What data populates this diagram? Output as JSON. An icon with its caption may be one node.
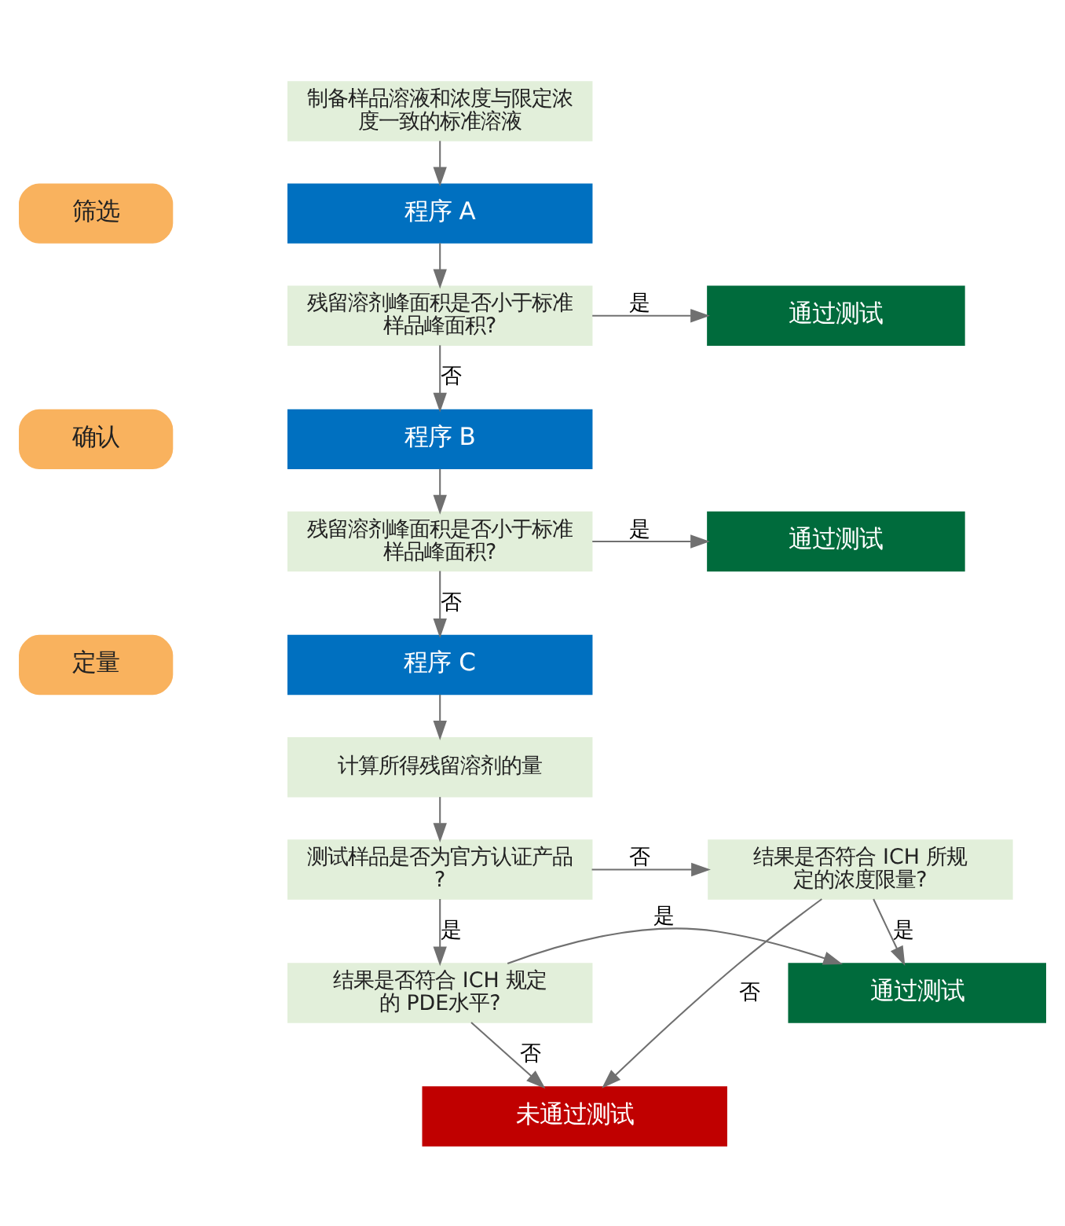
{
  "diagram": {
    "nodes": [
      {
        "text": [
          "制备样品溶液和浓度与限定浓度一致的标准溶液"
        ]
      },
      {
        "text": [
          "筛选"
        ]
      },
      {
        "text": [
          "程序 A"
        ]
      },
      {
        "text": [
          "残留溶剂峰面积是否小于标准样品峰面积?"
        ]
      },
      {
        "text": [
          "通过测试"
        ]
      },
      {
        "text": [
          "确认"
        ]
      },
      {
        "text": [
          "程序 B"
        ]
      },
      {
        "text": [
          "残留溶剂峰面积是否小于标准样品峰面积?"
        ]
      },
      {
        "text": [
          "通过测试"
        ]
      },
      {
        "text": [
          "定量"
        ]
      },
      {
        "text": [
          "程序 C"
        ]
      },
      {
        "text": [
          "计算所得残留溶剂的量"
        ]
      },
      {
        "text": [
          "测试样品是否为官方认证产品?"
        ]
      },
      {
        "text": [
          "结果是否符合 ICH 所规定的浓度限量?"
        ]
      },
      {
        "text": [
          "结果是否符合 ICH 规定的 PDE水平?"
        ]
      },
      {
        "text": [
          "通过测试"
        ]
      },
      {
        "text": [
          "未通过测试"
        ]
      }
    ],
    "edges": [
      {
        "from": 0,
        "to": 2,
        "arrow": "to"
      },
      {
        "from": 2,
        "to": 3,
        "arrow": "to"
      },
      {
        "from": 3,
        "to": 4,
        "arrow": "to",
        "label": "是"
      },
      {
        "from": 3,
        "to": 6,
        "arrow": "to",
        "label": "否"
      },
      {
        "from": 6,
        "to": 7,
        "arrow": "to"
      },
      {
        "from": 7,
        "to": 8,
        "arrow": "to",
        "label": "是"
      },
      {
        "from": 7,
        "to": 10,
        "arrow": "to",
        "label": "否"
      },
      {
        "from": 10,
        "to": 11,
        "arrow": "to"
      },
      {
        "from": 11,
        "to": 12,
        "arrow": "to"
      },
      {
        "from": 12,
        "to": 13,
        "arrow": "to",
        "label": "否"
      },
      {
        "from": 12,
        "to": 14,
        "arrow": "to",
        "label": "是"
      },
      {
        "from": 13,
        "to": 15,
        "arrow": "to",
        "label": "是"
      },
      {
        "from": 13,
        "to": 16,
        "arrow": "to",
        "label": "否"
      },
      {
        "from": 14,
        "to": 15,
        "arrow": "to",
        "label": "是"
      },
      {
        "from": 14,
        "to": 16,
        "arrow": "to",
        "label": "否"
      }
    ]
  }
}
